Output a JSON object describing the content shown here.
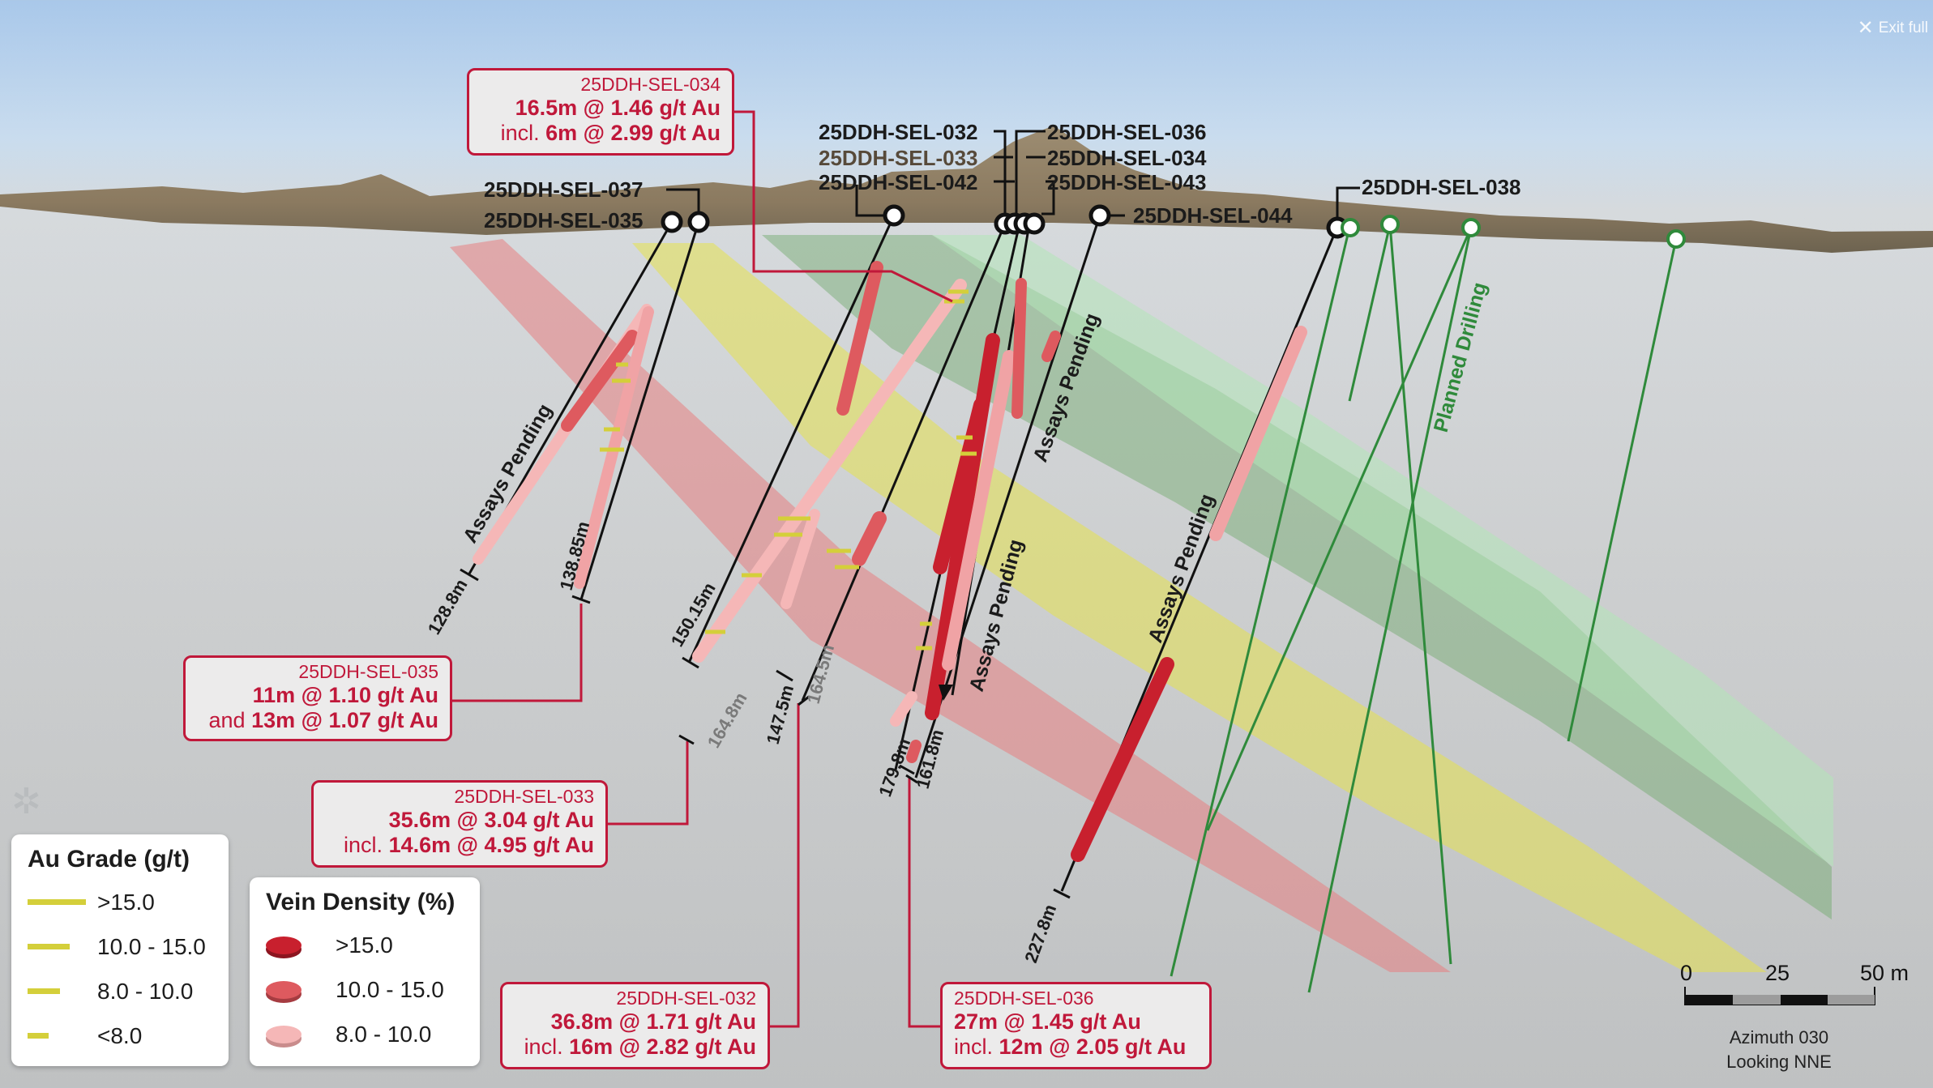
{
  "window": {
    "exit_label": "Exit full"
  },
  "collars": {
    "sel037": "25DDH-SEL-037",
    "sel035": "25DDH-SEL-035",
    "sel032": "25DDH-SEL-032",
    "sel033": "25DDH-SEL-033",
    "sel042": "25DDH-SEL-042",
    "sel036": "25DDH-SEL-036",
    "sel034": "25DDH-SEL-034",
    "sel043": "25DDH-SEL-043",
    "sel044": "25DDH-SEL-044",
    "sel038": "25DDH-SEL-038"
  },
  "depths": {
    "d128": "128.8m",
    "d138": "138.85m",
    "d150": "150.15m",
    "d164a": "164.8m",
    "d147": "147.5m",
    "d164b": "164.5m",
    "d179": "179.8m",
    "d161": "161.8m",
    "d227": "227.8m"
  },
  "labels": {
    "assays_pending": "Assays Pending",
    "planned_drilling": "Planned Drilling"
  },
  "callouts": {
    "c034": {
      "hole": "25DDH-SEL-034",
      "l1": "16.5m @ 1.46 g/t Au",
      "l2_pre": "incl.",
      "l2": "6m @ 2.99 g/t Au"
    },
    "c035": {
      "hole": "25DDH-SEL-035",
      "l1": "11m @ 1.10 g/t Au",
      "l2_pre": "and",
      "l2": "13m @ 1.07 g/t Au"
    },
    "c033": {
      "hole": "25DDH-SEL-033",
      "l1": "35.6m @ 3.04 g/t Au",
      "l2_pre": "incl.",
      "l2": "14.6m @ 4.95 g/t Au"
    },
    "c032": {
      "hole": "25DDH-SEL-032",
      "l1": "36.8m @ 1.71 g/t Au",
      "l2_pre": "incl.",
      "l2": "16m @ 2.82 g/t Au"
    },
    "c036": {
      "hole": "25DDH-SEL-036",
      "l1": "27m @ 1.45 g/t Au",
      "l2_pre": "incl.",
      "l2": "12m @ 2.05 g/t Au"
    }
  },
  "legend_au": {
    "title": "Au Grade (g/t)",
    "items": [
      ">15.0",
      "10.0 - 15.0",
      "8.0 - 10.0",
      "<8.0"
    ],
    "color": "#d4cf3a"
  },
  "legend_vein": {
    "title": "Vein Density (%)",
    "items": [
      ">15.0",
      "10.0 - 15.0",
      "8.0 - 10.0"
    ],
    "colors": [
      "#c8202e",
      "#de5a5f",
      "#f5b7b7"
    ]
  },
  "scale_bar": {
    "t0": "0",
    "t25": "25",
    "t50": "50 m",
    "azimuth": "Azimuth 030",
    "looking": "Looking NNE"
  }
}
